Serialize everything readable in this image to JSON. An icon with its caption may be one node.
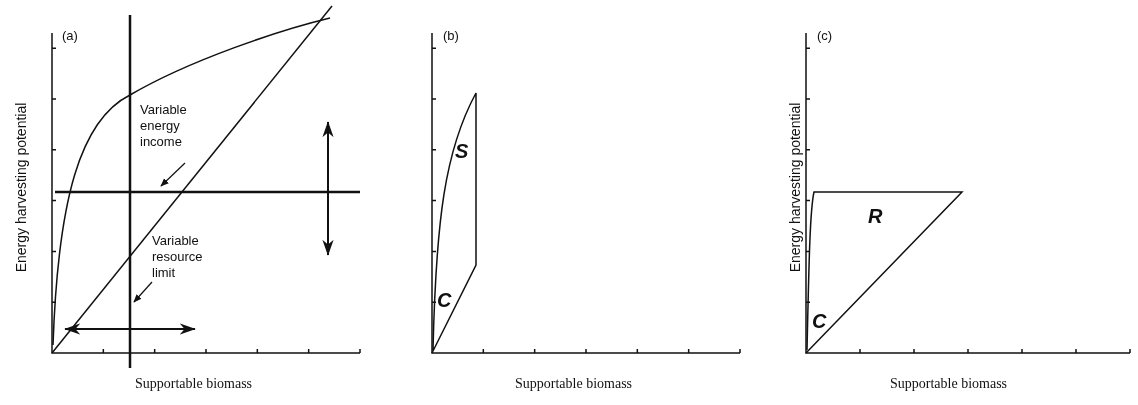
{
  "diagram": {
    "nodes": [
      {
        "text": [
          "Variable energy income"
        ]
      },
      {
        "text": [
          "Variable resource limit"
        ]
      }
    ],
    "edges": [
      {
        "from": 0,
        "to": null,
        "arrow": "to"
      },
      {
        "from": 1,
        "to": null,
        "arrow": "to"
      }
    ],
    "labels": [
      "(a)",
      "Energy harvesting potential",
      "Supportable biomass",
      "(b)",
      "S",
      "C",
      "Supportable biomass",
      "(c)",
      "Energy harvesting potential",
      "R",
      "C",
      "Supportable biomass"
    ]
  }
}
